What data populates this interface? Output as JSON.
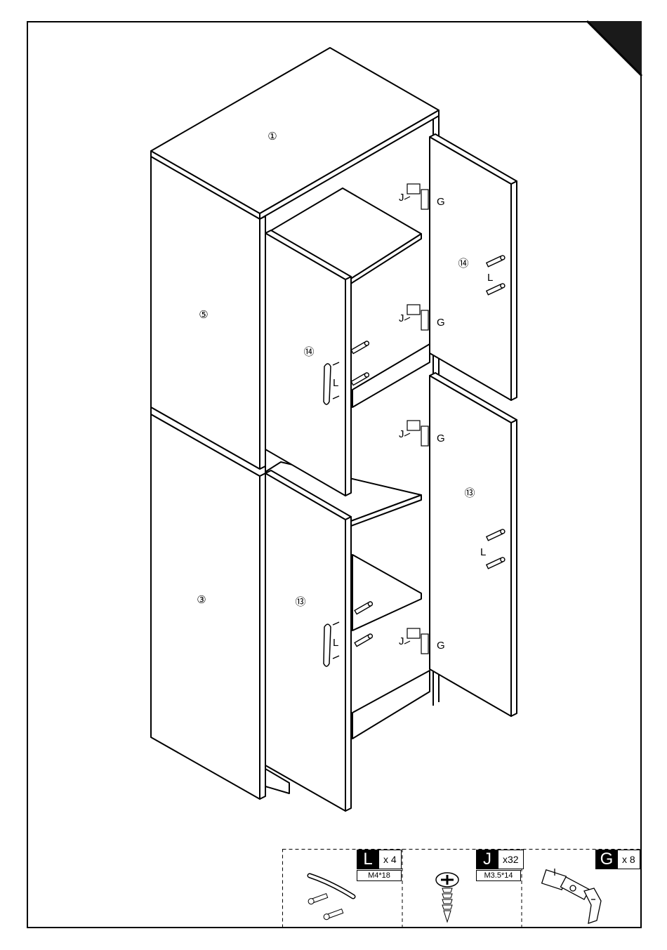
{
  "part_numbers": {
    "top": "①",
    "upper_side": "⑤",
    "lower_side": "③",
    "upper_left_door": "⑭",
    "upper_right_door": "⑭",
    "lower_left_door": "⑬",
    "lower_right_door": "⑬"
  },
  "fitting_labels": {
    "hinge_screw": "J",
    "hinge": "G",
    "handle": "L"
  },
  "parts_box": {
    "items": [
      {
        "letter": "L",
        "quantity": "x 4",
        "size": "M4*18",
        "icon": "handle-with-screws-icon"
      },
      {
        "letter": "J",
        "quantity": "x32",
        "size": "M3.5*14",
        "icon": "screw-icon"
      },
      {
        "letter": "G",
        "quantity": "x 8",
        "size": "",
        "icon": "hinge-icon"
      }
    ]
  },
  "colors": {
    "line": "#000000",
    "background": "#ffffff",
    "corner_tab": "#1a1a1a"
  }
}
